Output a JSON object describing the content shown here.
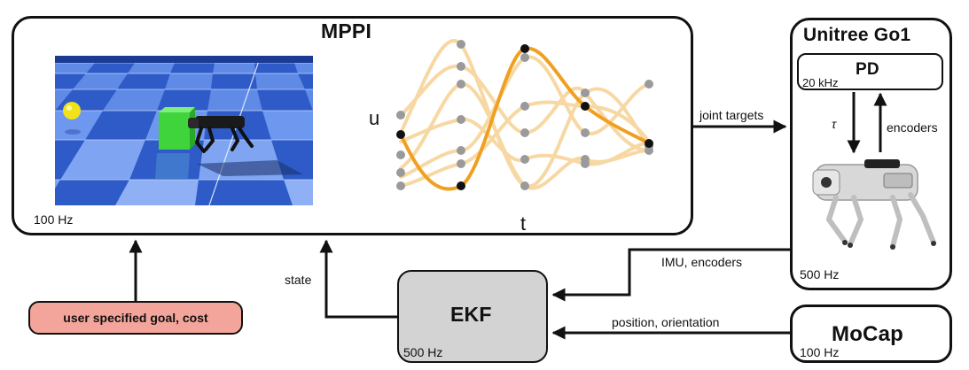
{
  "mppi": {
    "title": "MPPI",
    "rate": "100 Hz",
    "u_axis": "u",
    "t_axis": "t"
  },
  "go1": {
    "title": "Unitree Go1",
    "rate": "500 Hz"
  },
  "pd": {
    "title": "PD",
    "rate": "20 kHz"
  },
  "ekf": {
    "title": "EKF",
    "rate": "500 Hz"
  },
  "mocap": {
    "title": "MoCap",
    "rate": "100 Hz"
  },
  "goal": {
    "label": "user specified goal, cost"
  },
  "edges": {
    "joint_targets": "joint targets",
    "tau": "τ",
    "encoders": "encoders",
    "imu_encoders": "IMU, encoders",
    "state": "state",
    "position_orientation": "position, orientation"
  },
  "colors": {
    "trajectory_optimal": "#f0a020",
    "trajectory_sample": "#f7d49a",
    "goal_fill": "#f4a59b",
    "ekf_fill": "#d3d3d3",
    "sky": "#2a52b0",
    "cube": "#3fd43b",
    "ball": "#f2e21a"
  },
  "icons": [
    "quadruped-robot-icon",
    "goal-ball-icon",
    "obstacle-cube-icon"
  ]
}
